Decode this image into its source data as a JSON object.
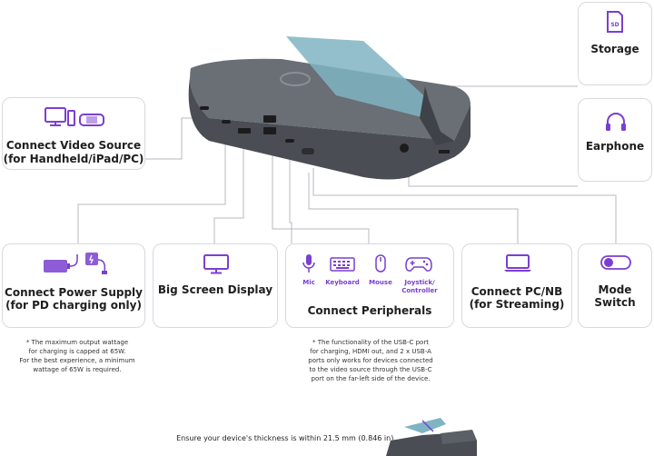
{
  "colors": {
    "accent": "#7a3fd0",
    "border": "#d9d9df",
    "line": "#b9b9c2",
    "device": "#5b5f66"
  },
  "cards": {
    "video_source": {
      "title_line1": "Connect Video Source",
      "title_line2": "(for Handheld/iPad/PC)",
      "icons": [
        "monitor-pc-icon",
        "handheld-icon"
      ]
    },
    "storage": {
      "title": "Storage",
      "icon": "sd-card-icon",
      "icon_text": "SD"
    },
    "earphone": {
      "title": "Earphone",
      "icon": "headphones-icon"
    },
    "power": {
      "title_line1": "Connect Power Supply",
      "title_line2": "(for PD charging only)",
      "icons": [
        "battery-icon",
        "charger-icon"
      ]
    },
    "display": {
      "title": "Big Screen Display",
      "icon": "monitor-icon"
    },
    "peripherals": {
      "title": "Connect Peripherals",
      "items": [
        {
          "label": "Mic",
          "icon": "mic-icon"
        },
        {
          "label": "Keyboard",
          "icon": "keyboard-icon"
        },
        {
          "label": "Mouse",
          "icon": "mouse-icon"
        },
        {
          "label": "Joystick/",
          "label2": "Controller",
          "icon": "gamepad-icon"
        }
      ]
    },
    "pc": {
      "title_line1": "Connect PC/NB",
      "title_line2": "(for Streaming)",
      "icon": "laptop-icon"
    },
    "mode": {
      "title": "Mode Switch",
      "icon": "toggle-icon"
    }
  },
  "notes": {
    "power": [
      "* The maximum output wattage",
      "for charging is capped at 65W.",
      "For the best experience, a minimum",
      "wattage of 65W is required."
    ],
    "peripherals": [
      "* The functionality of the USB-C port",
      "for charging, HDMI out, and 2 x USB-A",
      "ports only works for devices connected",
      "to the video source through the USB-C",
      "port on the far-left side of the device."
    ]
  },
  "footer": {
    "thickness_note": "Ensure your device's thickness is within 21.5 mm (0.846 in)."
  }
}
